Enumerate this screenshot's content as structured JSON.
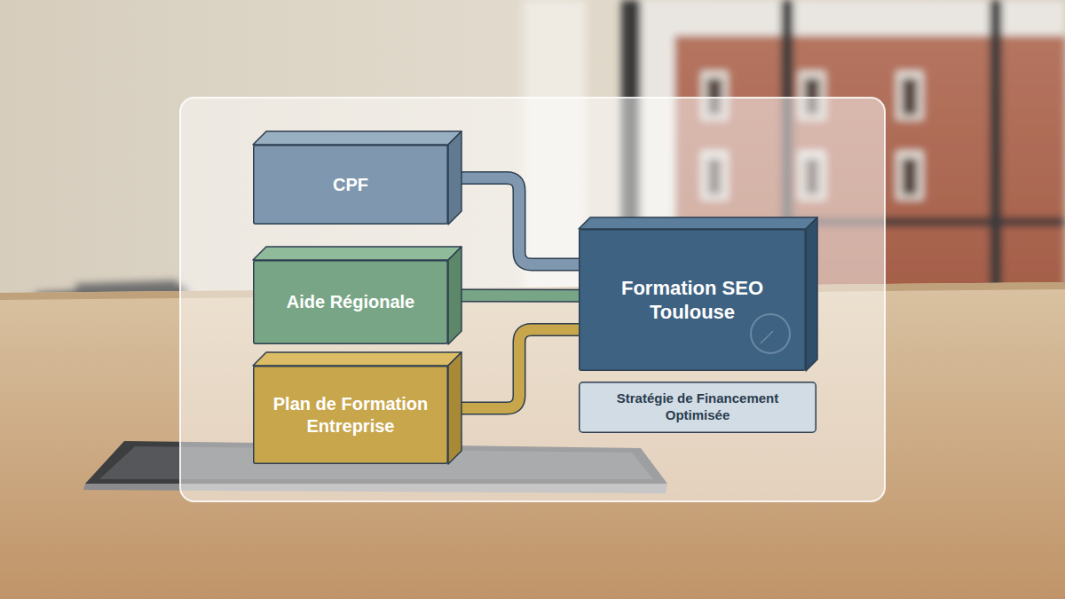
{
  "diagram": {
    "nodes": [
      {
        "text": [
          "CPF"
        ]
      },
      {
        "text": [
          "Aide Régionale"
        ]
      },
      {
        "text": [
          "Plan de Formation Entreprise"
        ]
      },
      {
        "text": [
          "Formation SEO Toulouse"
        ]
      },
      {
        "text": [
          "Stratégie de Financement Optimisée"
        ]
      }
    ],
    "edges": [
      {
        "from": 0,
        "to": 3,
        "arrow": "none"
      },
      {
        "from": 1,
        "to": 3,
        "arrow": "none"
      },
      {
        "from": 2,
        "to": 3,
        "arrow": "none"
      }
    ]
  }
}
